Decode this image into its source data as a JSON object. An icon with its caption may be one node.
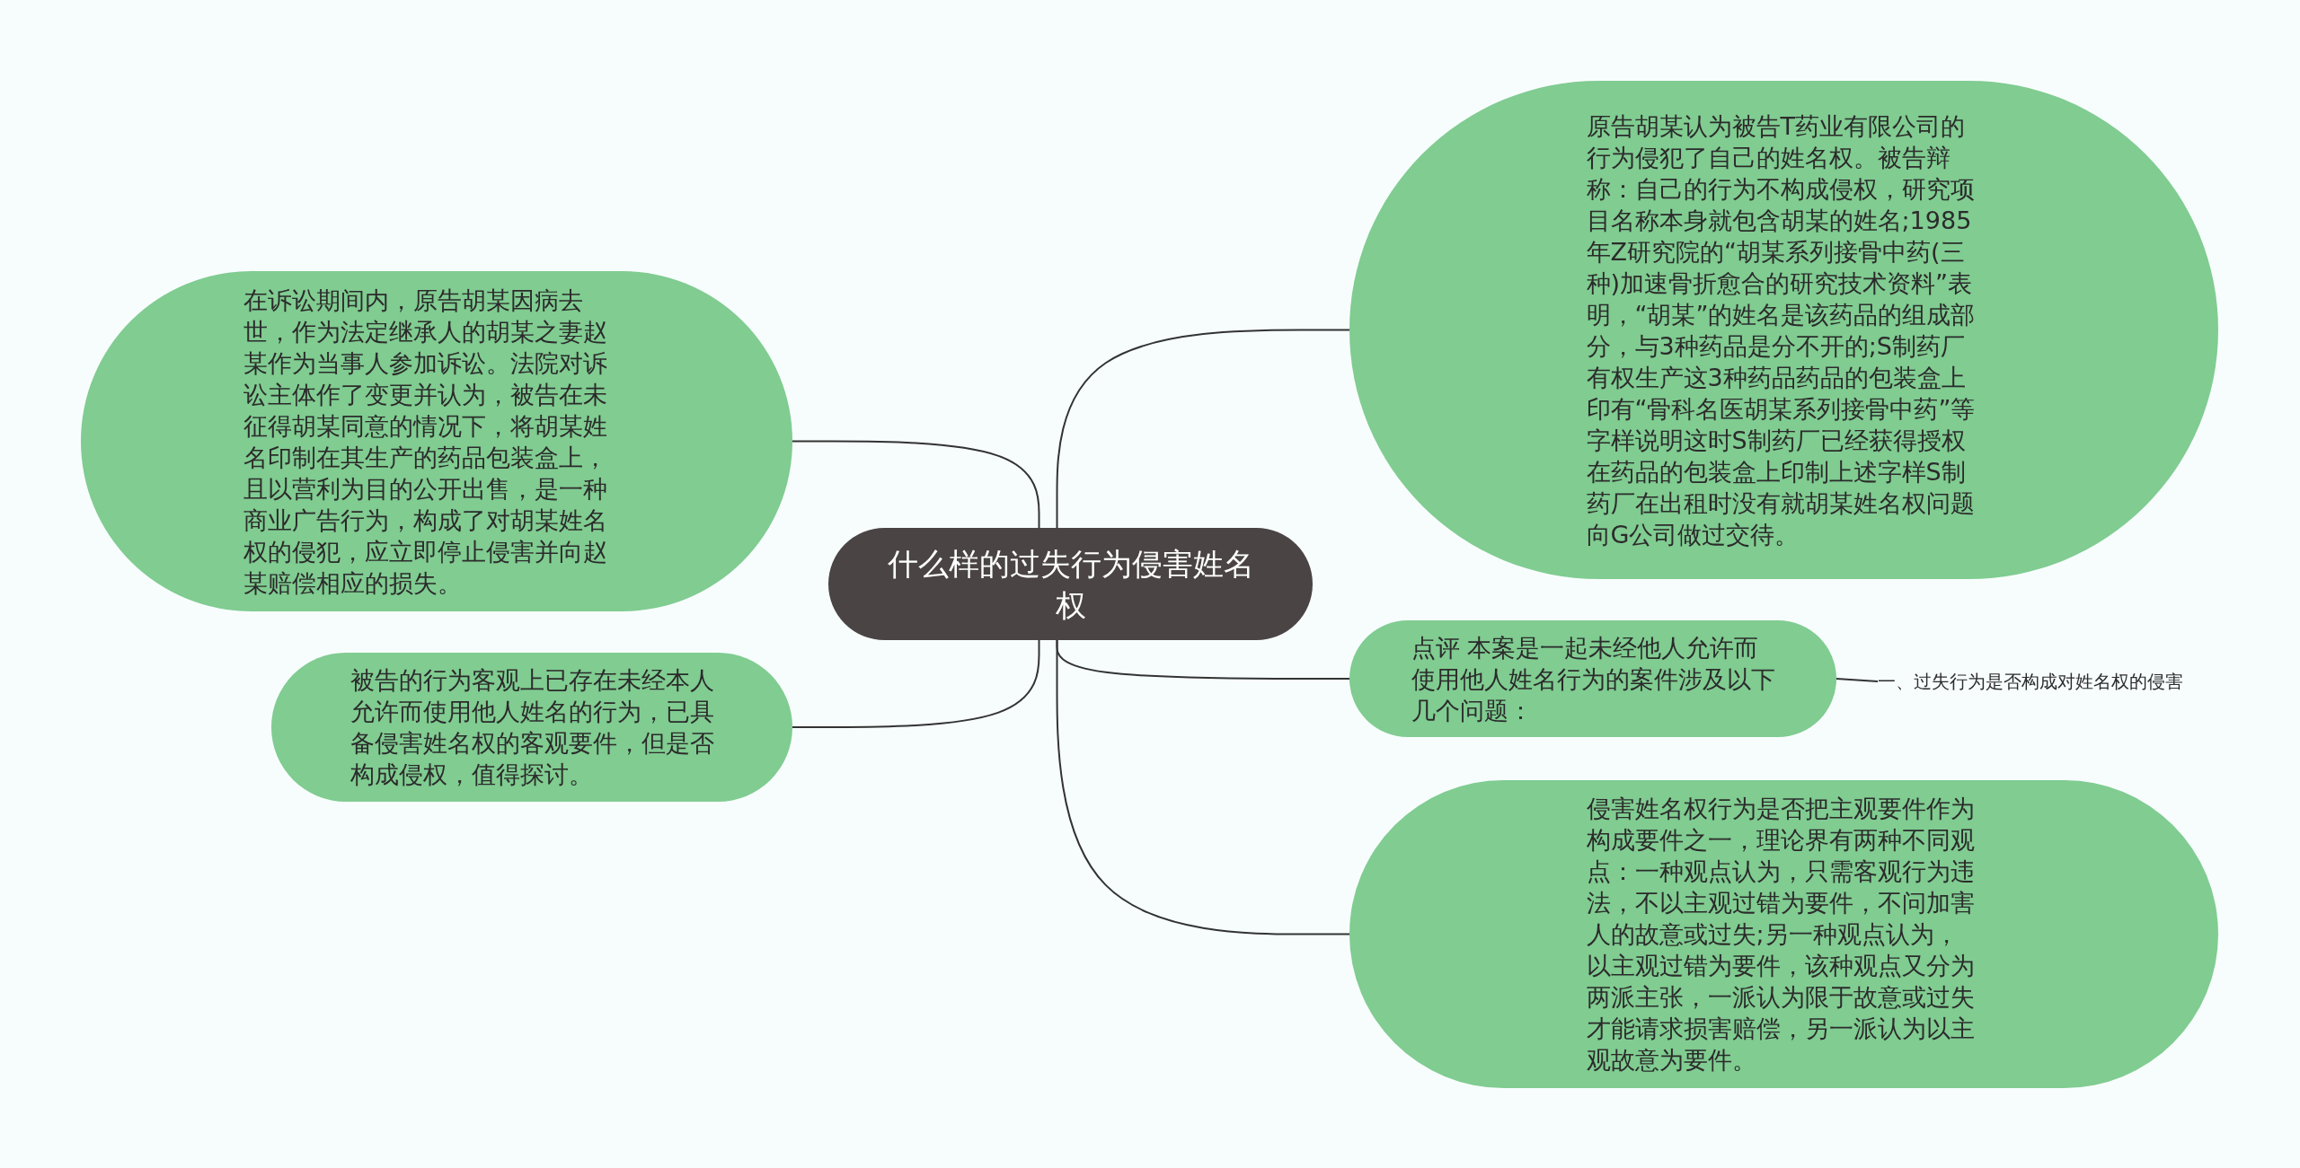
{
  "diagram": {
    "nodes": [
      {
        "text": [
          "什么样的过失行为侵害姓名权"
        ]
      },
      {
        "text": [
          "在诉讼期间内，原告胡某因病去世，作为法定继承人的胡某之妻赵某作为当事人参加诉讼。法院对诉讼主体作了变更并认为，被告在未征得胡某同意的情况下，将胡某姓名印制在其生产的药品包装盒上，且以营利为目的公开出售，是一种商业广告行为，构成了对胡某姓名权的侵犯，应立即停止侵害并向赵某赔偿相应的损失。"
        ]
      },
      {
        "text": [
          "被告的行为客观上已存在未经本人允许而使用他人姓名的行为，已具备侵害姓名权的客观要件，但是否构成侵权，值得探讨。"
        ]
      },
      {
        "text": [
          "原告胡某认为被告T药业有限公司的行为侵犯了自己的姓名权。被告辩称：自己的行为不构成侵权，研究项目名称本身就包含胡某的姓名;1985年Z研究院的“胡某系列接骨中药(三种)加速骨折愈合的研究技术资料”表明，“胡某”的姓名是该药品的组成部分，与3种药品是分不开的;S制药厂有权生产这3种药品药品的包装盒上印有“骨科名医胡某系列接骨中药”等字样说明这时S制药厂已经获得授权在药品的包装盒上印制上述字样S制药厂在出租时没有就胡某姓名权问题向G公司做过交待。"
        ]
      },
      {
        "text": [
          "点评 本案是一起未经他人允许而使用他人姓名行为的案件涉及以下几个问题："
        ]
      },
      {
        "text": [
          "一、过失行为是否构成对姓名权的侵害"
        ]
      },
      {
        "text": [
          "侵害姓名权行为是否把主观要件作为构成要件之一，理论界有两种不同观点：一种观点认为，只需客观行为违法，不以主观过错为要件，不问加害人的故意或过失;另一种观点认为，以主观过错为要件，该种观点又分为两派主张，一派认为限于故意或过失才能请求损害赔偿，另一派认为以主观故意为要件。"
        ]
      }
    ],
    "edges": [
      {
        "from": 0,
        "to": 1,
        "arrow": "none"
      },
      {
        "from": 0,
        "to": 2,
        "arrow": "none"
      },
      {
        "from": 0,
        "to": 3,
        "arrow": "none"
      },
      {
        "from": 0,
        "to": 4,
        "arrow": "none"
      },
      {
        "from": 4,
        "to": 5,
        "arrow": "none"
      },
      {
        "from": 0,
        "to": 6,
        "arrow": "none"
      }
    ]
  }
}
